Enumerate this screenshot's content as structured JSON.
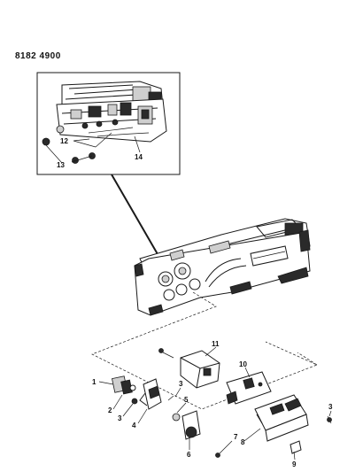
{
  "header": {
    "catalog_number": "8182 4900"
  },
  "callouts": [
    "1",
    "2",
    "3",
    "4",
    "5",
    "6",
    "7",
    "8",
    "9",
    "10",
    "11",
    "12",
    "13",
    "14"
  ]
}
